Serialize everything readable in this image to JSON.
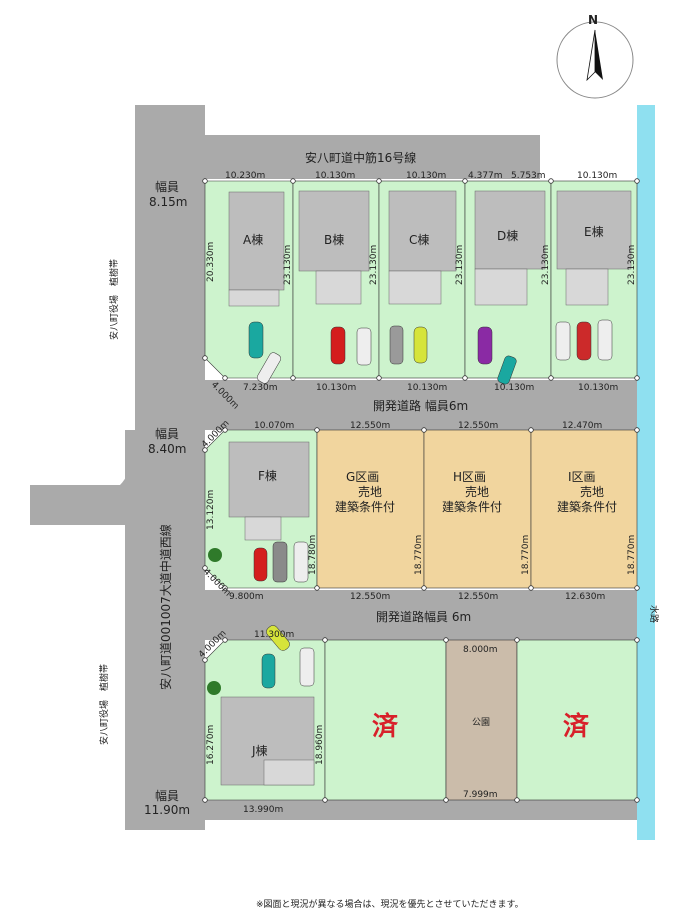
{
  "north": "N",
  "road_top": "安八町道中筋16号線",
  "road_mid1": "開発道路 幅員6m",
  "road_mid2": "開発道路幅員 6m",
  "road_west": "安八町道001007大道中道西線",
  "width_a": "幅員",
  "width_a_val": "8.15m",
  "width_b": "幅員",
  "width_b_val": "8.40m",
  "width_c": "幅員",
  "width_c_val": "11.90m",
  "green_belt_1": "安八町役場　植樹帯",
  "green_belt_2": "安八町役場　植樹帯",
  "water": "水路",
  "lots": {
    "A": "A棟",
    "B": "B棟",
    "C": "C棟",
    "D": "D棟",
    "E": "E棟",
    "F": "F棟",
    "J": "J棟"
  },
  "g_lines": [
    "G区画",
    "売地",
    "建築条件付"
  ],
  "h_lines": [
    "H区画",
    "売地",
    "建築条件付"
  ],
  "i_lines": [
    "I区画",
    "売地",
    "建築条件付"
  ],
  "sold": "済",
  "park": "公園",
  "dims": {
    "a_top": "10.230m",
    "b_top": "10.130m",
    "c_top": "10.130m",
    "d_top1": "4.377m",
    "d_top2": "5.753m",
    "e_top": "10.130m",
    "a_left": "20.330m",
    "b_h": "23.130m",
    "c_h": "23.130m",
    "d_h": "23.130m",
    "e_h": "23.130m",
    "e_h2": "23.130m",
    "a_bot": "7.230m",
    "b_bot": "10.130m",
    "c_bot": "10.130m",
    "d_bot": "10.130m",
    "e_bot": "10.130m",
    "a_corner": "4.000m",
    "f_top": "10.070m",
    "g_top": "12.550m",
    "h_top": "12.550m",
    "i_top": "12.470m",
    "f_left": "13.120m",
    "f_h": "18.780m",
    "g_h": "18.770m",
    "h_h": "18.770m",
    "i_h": "18.770m",
    "f_corner_t": "4.000m",
    "f_corner_b": "4.000m",
    "f_bot": "9.800m",
    "g_bot": "12.550m",
    "h_bot": "12.550m",
    "i_bot": "12.630m",
    "j_top": "11.300m",
    "j_corner": "4.000m",
    "j_left": "16.270m",
    "j_h": "18.960m",
    "j_bot": "13.990m",
    "park_top": "8.000m",
    "park_bot": "7.999m"
  },
  "note": "※図面と現況が異なる場合は、現況を優先とさせていただきます。"
}
